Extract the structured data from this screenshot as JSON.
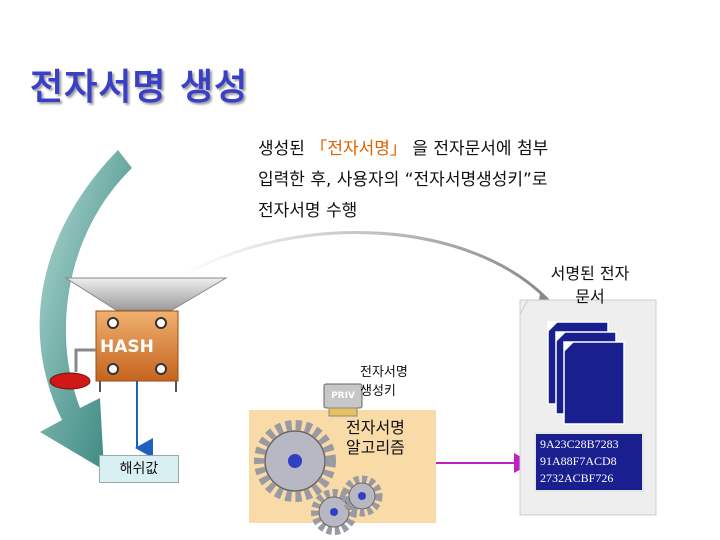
{
  "title": "전자서명 생성",
  "description": {
    "line1_a": "생성된 ",
    "line1_q": "「전자서명」",
    "line1_b": " 을 전자문서에 첨부",
    "line2": "입력한 후, 사용자의 “전자서명생성키”로",
    "line3": "전자서명 수행"
  },
  "signed_doc_label": [
    "서명된 전자",
    "문서"
  ],
  "hash_label": "HASH",
  "hash_value_label": "해쉬값",
  "private_key": {
    "tag": "PRIV",
    "label": [
      "전자서명",
      "생성키"
    ]
  },
  "algorithm_label": [
    "전자서명",
    "알고리즘"
  ],
  "signature_lines": [
    "9A23C28B7283",
    "91A88F7ACD8",
    "2732ACBF726"
  ],
  "colors": {
    "title": "#3a3fc8",
    "arrow_green": "#4f9a93",
    "gear_panel": "#f9dba8",
    "signature_box": "#1a1f8f",
    "hash_body": "#d87a2a"
  }
}
